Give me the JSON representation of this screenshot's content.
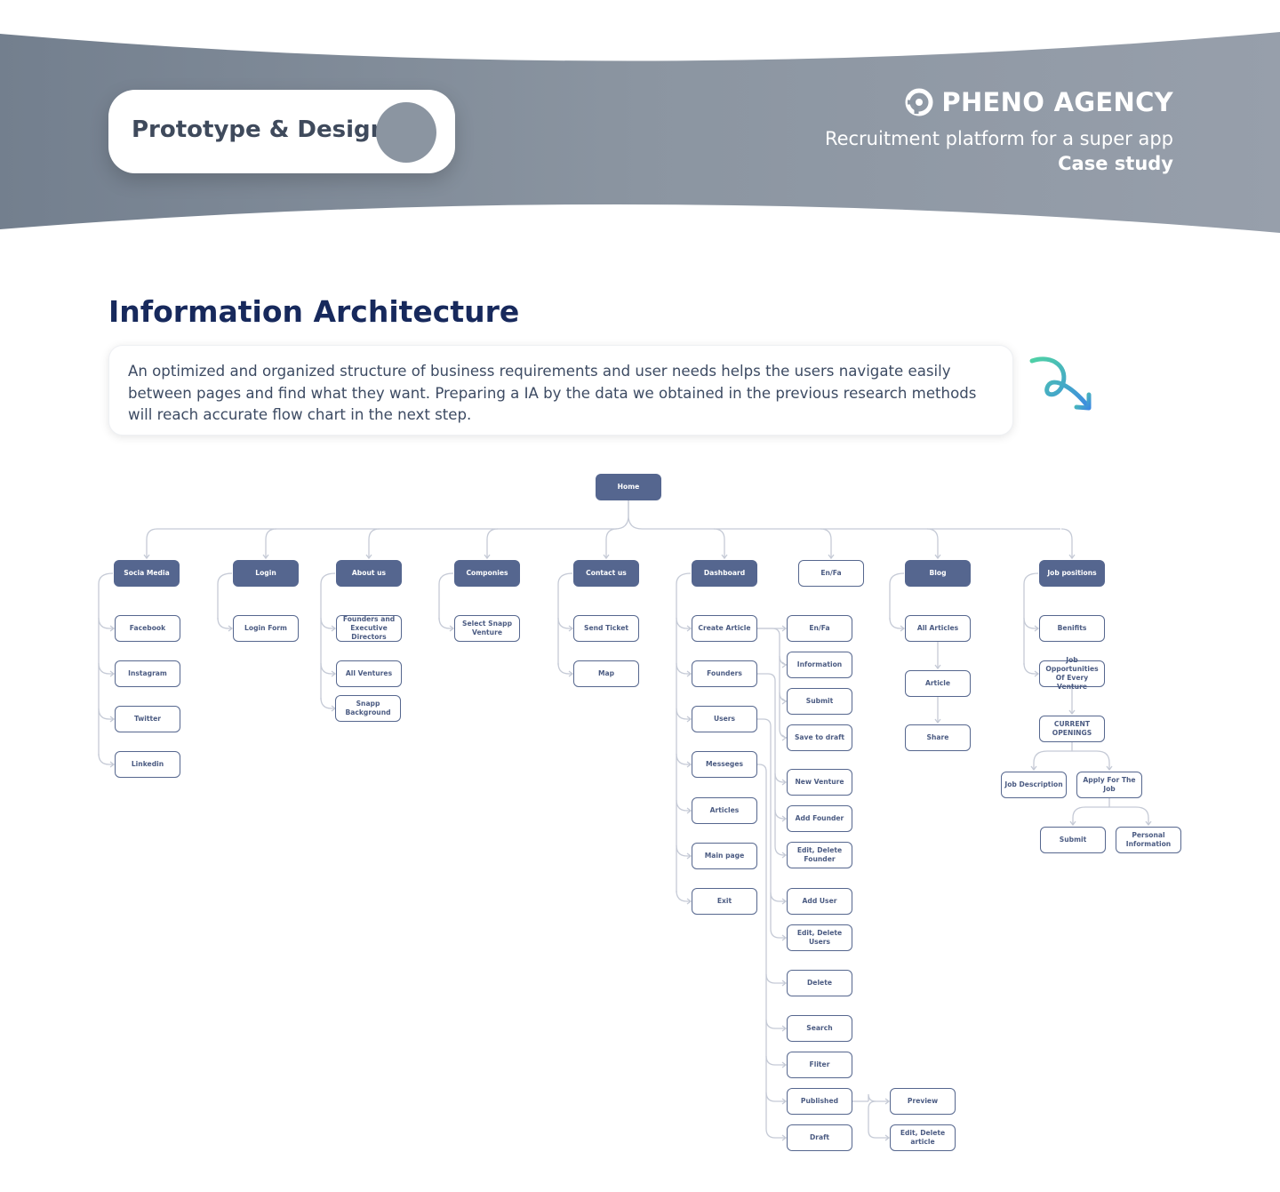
{
  "header": {
    "pill_title": "Prototype & Design",
    "brand_name": "PHENO AGENCY",
    "brand_subtitle": "Recruitment platform for a super app",
    "brand_case": "Case study"
  },
  "section": {
    "title": "Information Architecture",
    "description": "An optimized and organized structure of business requirements and user needs helps the users navigate easily between pages and find what they want. Preparing a IA by the data we obtained in the previous research methods will reach accurate flow chart in the next step."
  },
  "colors": {
    "banner": "#8b95a1",
    "node_fill": "#55668f",
    "node_border": "#56678e",
    "title": "#17295c",
    "connector": "#c5cad6"
  },
  "diagram": {
    "root": "Home",
    "sections": {
      "social": "Socia Media",
      "login": "Login",
      "about": "About us",
      "companies": "Componies",
      "contact": "Contact us",
      "dashboard": "Dashboard",
      "enfa": "En/Fa",
      "blog": "Blog",
      "jobs": "Job positions"
    },
    "social_items": [
      "Facebook",
      "Instagram",
      "Twitter",
      "Linkedin"
    ],
    "login_items": [
      "Login Form"
    ],
    "about_items": [
      "Founders and Executive Directors",
      "All Ventures",
      "Snapp Background"
    ],
    "companies_items": [
      "Select Snapp Venture"
    ],
    "contact_items": [
      "Send Ticket",
      "Map"
    ],
    "dashboard_items": [
      "Create Article",
      "Founders",
      "Users",
      "Messeges",
      "Articles",
      "Main page",
      "Exit"
    ],
    "dashboard_sub": [
      "En/Fa",
      "Information",
      "Submit",
      "Save to draft",
      "New Venture",
      "Add Founder",
      "Edit, Delete Founder",
      "Add User",
      "Edit, Delete Users",
      "Delete",
      "Search",
      "Fliter",
      "Published",
      "Draft"
    ],
    "published_items": [
      "Preview",
      "Edit, Delete article"
    ],
    "blog_items": [
      "All Articles",
      "Article",
      "Share"
    ],
    "jobs_items": [
      "Benifits",
      "Job Opportunities Of Every Venture",
      "CURRENT OPENINGS",
      "Job Description",
      "Apply For The Job",
      "Submit",
      "Personal Information"
    ]
  }
}
